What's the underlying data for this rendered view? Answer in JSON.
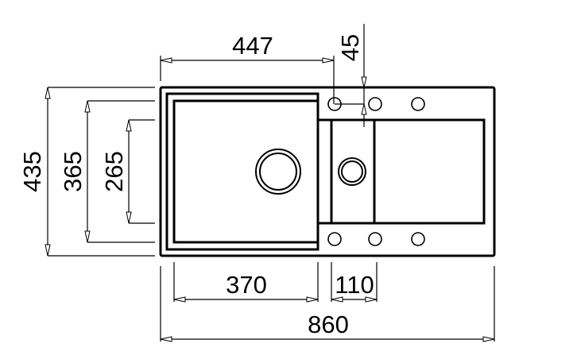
{
  "drawing": {
    "dimensions": {
      "top_width": "447",
      "tap_offset": "45",
      "overall_depth": "435",
      "bowl_depth": "365",
      "drainer_depth": "265",
      "bowl_width": "370",
      "small_bowl_width": "110",
      "overall_width": "860"
    },
    "line_color": "#000000",
    "background_color": "#ffffff"
  }
}
